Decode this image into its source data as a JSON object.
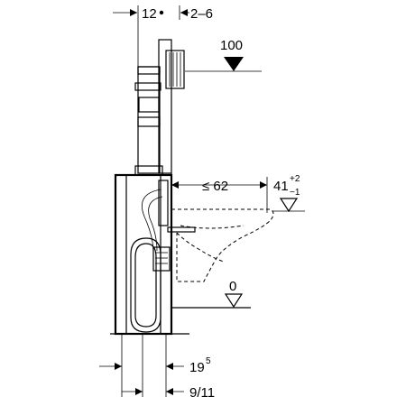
{
  "dimensions": {
    "top_left": "12",
    "top_right": "2–6",
    "height_100": "100",
    "depth": "≤ 62",
    "height_41": "41",
    "height_41_sup": "+2",
    "height_41_sub": "−1",
    "floor_level": "0",
    "bottom_19": "19",
    "bottom_19_sup": "5",
    "bottom_9_11": "9/11"
  }
}
